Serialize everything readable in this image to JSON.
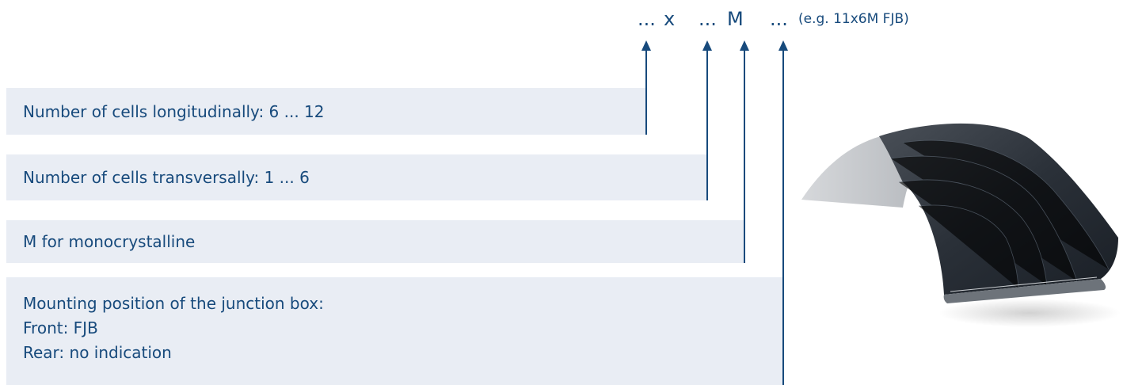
{
  "code": {
    "tokens": [
      "...",
      "x",
      "...",
      "M",
      "..."
    ],
    "example": "(e.g. 11x6M FJB)"
  },
  "descriptions": {
    "cells_longitudinal": "Number of cells longitudinally: 6 ... 12",
    "cells_transversal": "Number of cells transversally: 1 ... 6",
    "monocrystalline": "M for monocrystalline",
    "junction_box": {
      "title": "Mounting position of the junction box:",
      "front": "Front: FJB",
      "rear": "Rear: no indication"
    }
  },
  "image": {
    "subject": "curved-solar-panel"
  },
  "colors": {
    "accent": "#174a7c",
    "box_background": "#e9edf4"
  }
}
